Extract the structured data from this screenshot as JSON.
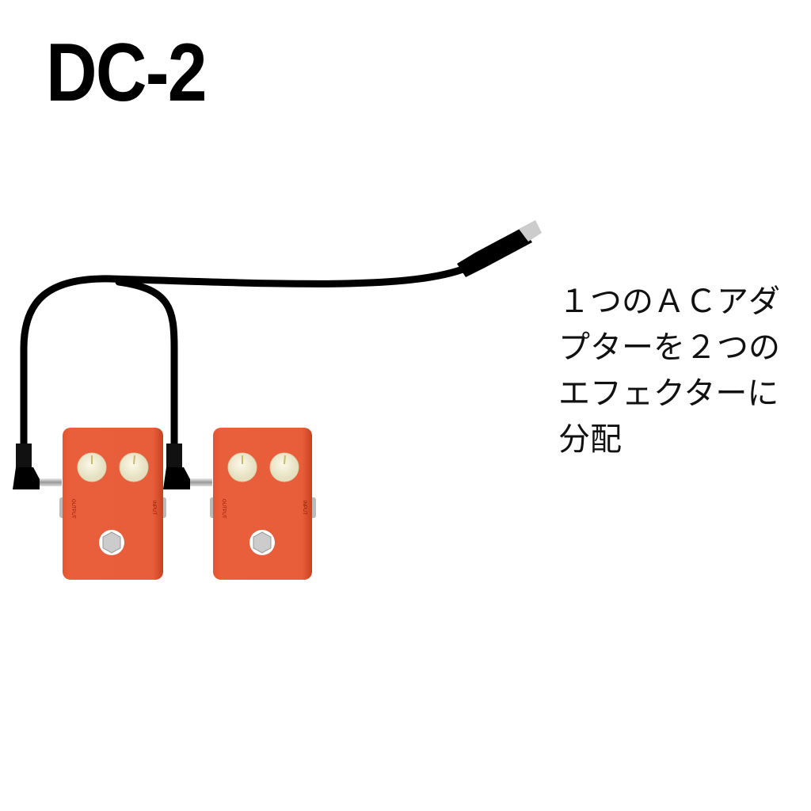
{
  "title": "DC-2",
  "caption_lines": [
    "１つのＡＣアダ",
    "プターを２つの",
    "エフェクターに",
    "分配"
  ],
  "pedals": [
    {
      "output_label": "OUTPUT",
      "input_label": "INPUT"
    },
    {
      "output_label": "OUTPUT",
      "input_label": "INPUT"
    }
  ],
  "colors": {
    "pedal": "#e85e3a",
    "cable": "#000000",
    "knob": "#f3efd8"
  }
}
